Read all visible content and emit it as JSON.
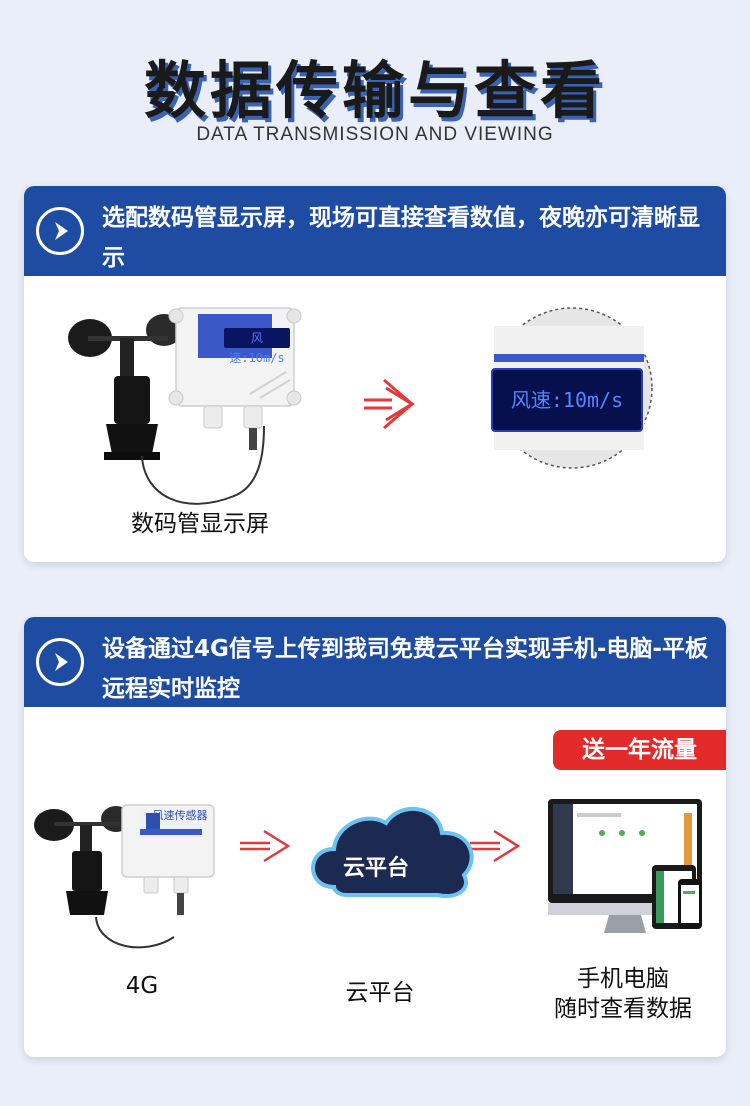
{
  "header": {
    "title": "数据传输与查看",
    "subtitle": "DATA TRANSMISSION AND VIEWING"
  },
  "section1": {
    "heading": "选配数码管显示屏，现场可直接查看数值，夜晚亦可清晰显示",
    "device_display_text": "风速:10m/s",
    "zoom_display_text": "风速:10m/s",
    "caption": "数码管显示屏"
  },
  "section2": {
    "heading": "设备通过4G信号上传到我司免费云平台实现手机-电脑-平板远程实时监控",
    "badge": "送一年流量",
    "device_label": "风速传感器",
    "cloud_label": "云平台",
    "captions": {
      "network": "4G",
      "cloud": "云平台",
      "monitor_line1": "手机电脑",
      "monitor_line2": "随时查看数据"
    }
  },
  "colors": {
    "header_blue": "#1f4ca3",
    "accent_red": "#e32a2a",
    "cloud_navy": "#1c2a52",
    "background": "#e9eef8"
  }
}
